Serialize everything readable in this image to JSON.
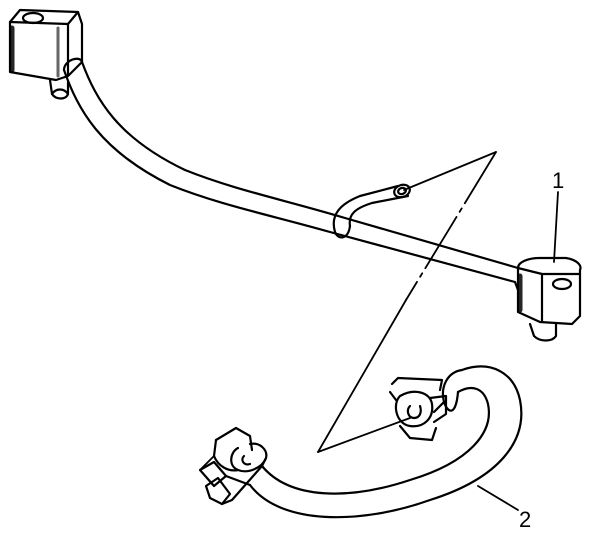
{
  "diagram": {
    "callouts": [
      {
        "id": "1",
        "text": "1"
      },
      {
        "id": "2",
        "text": "2"
      }
    ],
    "colors": {
      "stroke": "#000000",
      "fill": "#ffffff"
    }
  }
}
